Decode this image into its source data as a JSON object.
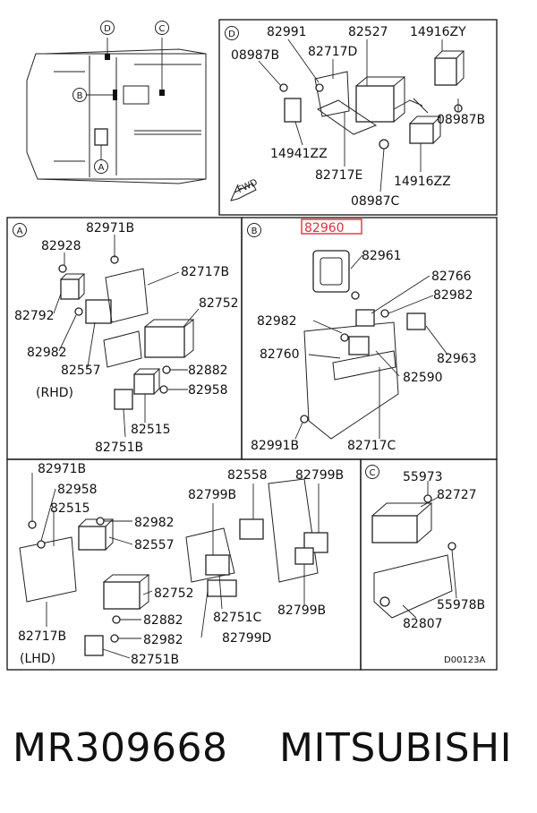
{
  "diagram": {
    "section_d": {
      "letter": "D",
      "labels": [
        "82991",
        "82527",
        "14916ZY",
        "08987B",
        "82717D",
        "08987B",
        "14941ZZ",
        "82717E",
        "14916ZZ",
        "08987C"
      ],
      "fwd": "FWD"
    },
    "overview": {
      "markers": [
        "D",
        "C",
        "B",
        "A"
      ]
    },
    "section_a": {
      "letter": "A",
      "labels": [
        "82971B",
        "82928",
        "82717B",
        "82792",
        "82752",
        "82982",
        "82557",
        "82882",
        "82958",
        "82515",
        "82751B"
      ],
      "note": "(RHD)"
    },
    "section_b": {
      "letter": "B",
      "highlight": "82960",
      "labels": [
        "82961",
        "82766",
        "82982",
        "82982",
        "82760",
        "82963",
        "82590",
        "82991B",
        "82717C"
      ]
    },
    "section_c": {
      "letter": "C",
      "labels": [
        "55973",
        "82727",
        "55978B",
        "82807"
      ]
    },
    "section_lhd": {
      "labels": [
        "82971B",
        "82958",
        "82515",
        "82982",
        "82557",
        "82752",
        "82882",
        "82717B",
        "82982",
        "82751B"
      ],
      "note": "(LHD)"
    },
    "section_mid": {
      "labels": [
        "82558",
        "82799B",
        "82799B",
        "82751C",
        "82799B",
        "82799D"
      ]
    },
    "code": "D00123A"
  },
  "footer": {
    "part_number": "MR309668",
    "brand": "MITSUBISHI"
  },
  "colors": {
    "highlight": "#e0303a",
    "ink": "#222222"
  }
}
